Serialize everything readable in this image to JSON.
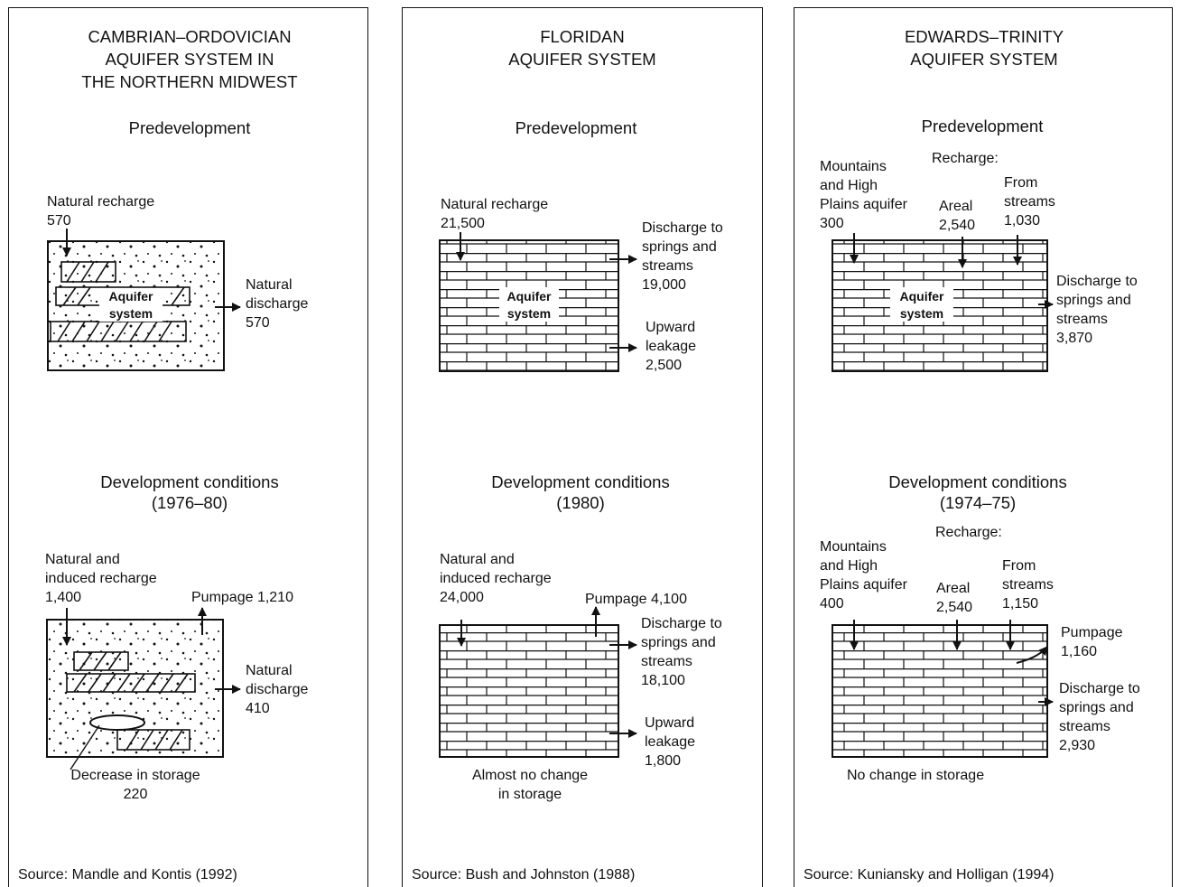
{
  "panels": [
    {
      "title": "CAMBRIAN–ORDOVICIAN\nAQUIFER SYSTEM IN\nTHE NORTHERN MIDWEST",
      "pre_heading": "Predevelopment",
      "pre_recharge": "Natural recharge\n570",
      "aquifer_label": "Aquifer\nsystem",
      "pre_discharge": "Natural\ndischarge\n570",
      "dev_heading": "Development conditions\n(1976–80)",
      "dev_recharge": "Natural and\ninduced recharge\n1,400",
      "dev_pumpage": "Pumpage  1,210",
      "dev_discharge": "Natural\ndischarge\n410",
      "dev_storage": "Decrease in storage\n220",
      "source": "Source: Mandle and Kontis  (1992)"
    },
    {
      "title": "FLORIDAN\nAQUIFER SYSTEM",
      "pre_heading": "Predevelopment",
      "pre_recharge": "Natural recharge\n21,500",
      "aquifer_label": "Aquifer\nsystem",
      "pre_discharge": "Discharge to\nsprings and\nstreams\n19,000",
      "pre_leakage": "Upward\nleakage\n2,500",
      "dev_heading": "Development conditions\n(1980)",
      "dev_recharge": "Natural and\ninduced recharge\n24,000",
      "dev_pumpage": "Pumpage  4,100",
      "dev_discharge": "Discharge to\nsprings and\nstreams\n18,100",
      "dev_leakage": "Upward\nleakage\n1,800",
      "dev_storage": "Almost no change\nin storage",
      "source": "Source: Bush and Johnston  (1988)"
    },
    {
      "title": "EDWARDS–TRINITY\nAQUIFER SYSTEM",
      "pre_heading": "Predevelopment",
      "pre_recharge_header": "Recharge:",
      "pre_mountains": "Mountains\nand High\nPlains aquifer\n300",
      "pre_areal": "Areal\n2,540",
      "pre_streams": "From\nstreams\n1,030",
      "aquifer_label": "Aquifer\nsystem",
      "pre_discharge": "Discharge to\nsprings and\nstreams\n3,870",
      "dev_heading": "Development conditions\n(1974–75)",
      "dev_recharge_header": "Recharge:",
      "dev_mountains": "Mountains\nand High\nPlains aquifer\n400",
      "dev_areal": "Areal\n2,540",
      "dev_streams": "From\nstreams\n1,150",
      "dev_pumpage": "Pumpage\n1,160",
      "dev_discharge": "Discharge to\nsprings and\nstreams\n2,930",
      "dev_storage": "No change in storage",
      "source": "Source: Kuniansky and Holligan (1994)"
    }
  ]
}
